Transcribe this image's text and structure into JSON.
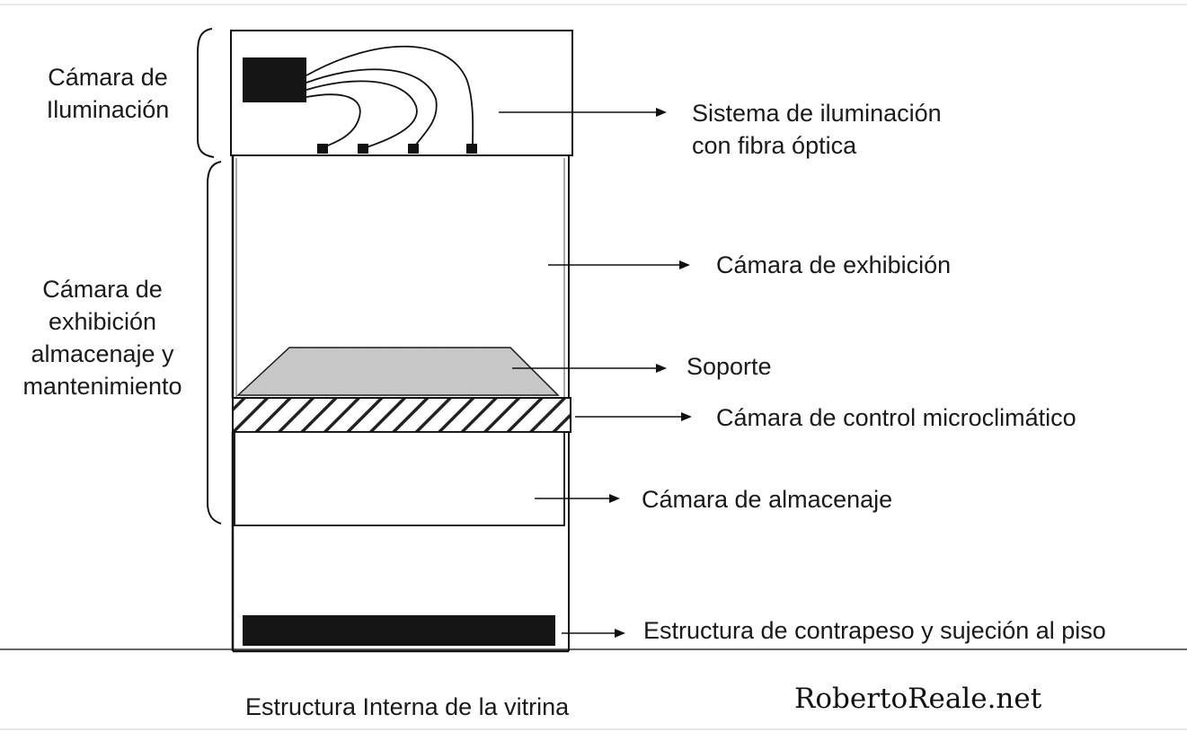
{
  "diagram": {
    "left_labels": {
      "lighting_chamber": [
        "Cámara de",
        "Iluminación"
      ],
      "exhibition_group": [
        "Cámara de",
        "exhibición",
        "almacenaje y",
        "mantenimiento"
      ]
    },
    "right_labels": {
      "lighting_system": [
        "Sistema de iluminación",
        "con fibra óptica"
      ],
      "exhibition_chamber": "Cámara de exhibición",
      "support": "Soporte",
      "microclimate_chamber": "Cámara de control microclimático",
      "storage_chamber": "Cámara de almacenaje",
      "counterweight": "Estructura de contrapeso y sujeción al piso"
    },
    "caption": "Estructura Interna de la vitrina",
    "watermark": "RobertoReale.net",
    "colors": {
      "ink": "#111111",
      "support_fill": "#c9c9c9",
      "hatch": "#222222",
      "background": "#ffffff"
    }
  }
}
